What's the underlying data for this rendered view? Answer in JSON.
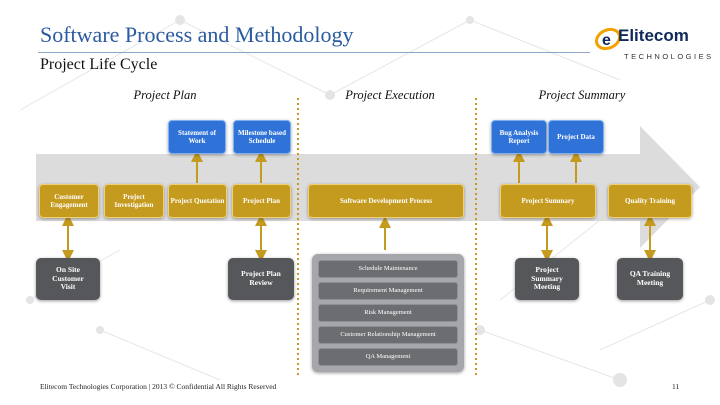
{
  "header": {
    "title": "Software Process and Methodology",
    "subtitle": "Project Life Cycle"
  },
  "logo": {
    "name": "Elitecom",
    "tagline": "TECHNOLOGIES"
  },
  "phases": {
    "plan": "Project Plan",
    "execution": "Project Execution",
    "summary": "Project Summary"
  },
  "deliverables": {
    "statement_of_work": "Statement of Work",
    "milestone_schedule": "Milestone based Schedule",
    "bug_analysis_report": "Bug Analysis Report",
    "project_data": "Project Data"
  },
  "stages": {
    "customer_engagement": "Customer Engagement",
    "project_investigation": "Project Investigation",
    "project_quotation": "Project Quotation",
    "project_plan": "Project Plan",
    "software_development_process": "Software Development Process",
    "project_summary": "Project Summary",
    "quality_training": "Quality Training"
  },
  "activities": {
    "on_site_visit": "On Site Customer Visit",
    "plan_review": "Project Plan Review",
    "summary_meeting": "Project Summary Meeting",
    "qa_training_meeting": "QA Training Meeting"
  },
  "dev_process_items": [
    "Schedule Maintenance",
    "Requirement Management",
    "Risk Management",
    "Customer Relationship Management",
    "QA Management"
  ],
  "footer": {
    "text": "Elitecom Technologies Corporation | 2013 © Confidential All Rights Reserved",
    "page": "11"
  },
  "colors": {
    "title_blue": "#2a5aa0",
    "stage_gold": "#c49a1f",
    "deliverable_blue": "#2f72d8",
    "activity_gray": "#55575b",
    "arrow_band": "#dcdcdc"
  }
}
